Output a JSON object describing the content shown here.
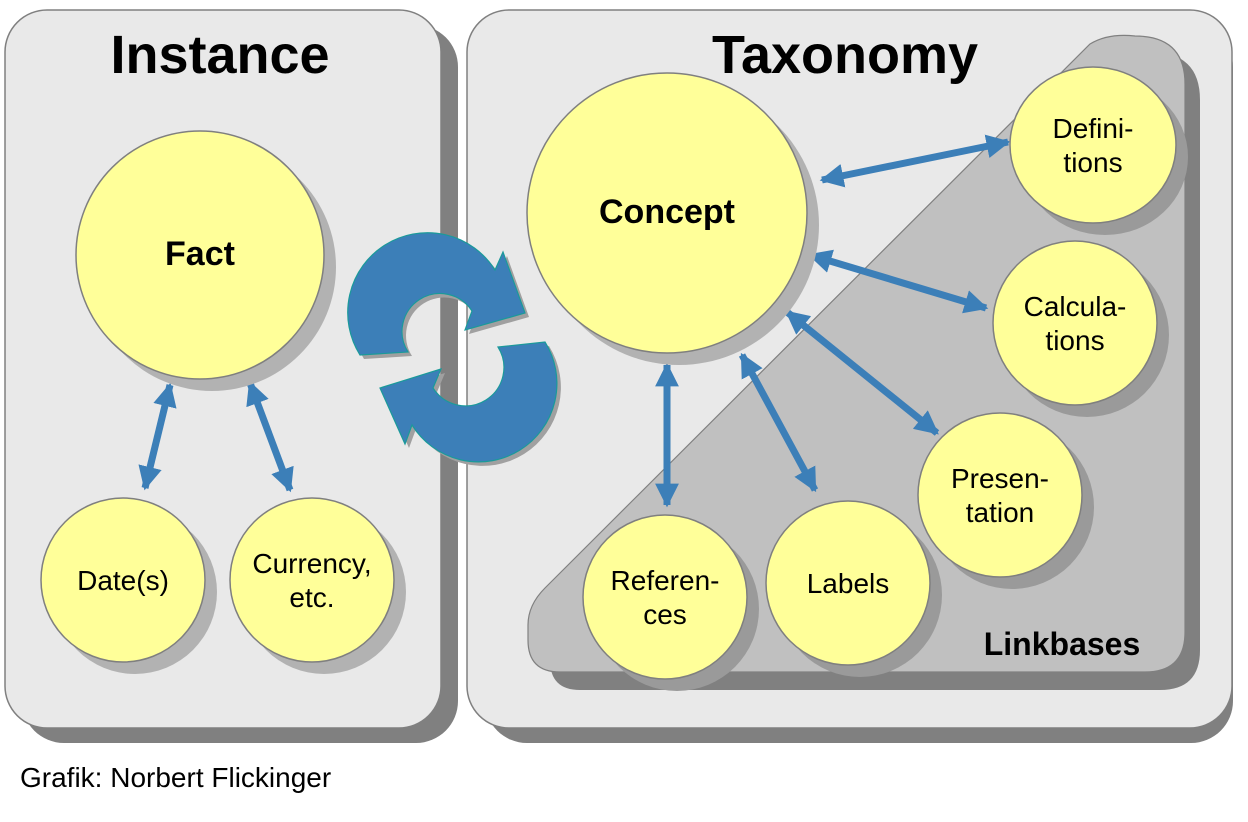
{
  "panels": {
    "instance": {
      "title": "Instance"
    },
    "taxonomy": {
      "title": "Taxonomy"
    }
  },
  "linkbases": {
    "label": "Linkbases"
  },
  "nodes": {
    "fact": {
      "lines": [
        "Fact"
      ]
    },
    "dates": {
      "lines": [
        "Date(s)"
      ]
    },
    "currency": {
      "lines": [
        "Currency,",
        "etc."
      ]
    },
    "concept": {
      "lines": [
        "Concept"
      ]
    },
    "definitions": {
      "lines": [
        "Defini-",
        "tions"
      ]
    },
    "calculations": {
      "lines": [
        "Calcula-",
        "tions"
      ]
    },
    "presentation": {
      "lines": [
        "Presen-",
        "tation"
      ]
    },
    "labels": {
      "lines": [
        "Labels"
      ]
    },
    "references": {
      "lines": [
        "Referen-",
        "ces"
      ]
    }
  },
  "relations": [
    {
      "from": "fact",
      "to": "dates",
      "type": "bidirectional"
    },
    {
      "from": "fact",
      "to": "currency",
      "type": "bidirectional"
    },
    {
      "from": "concept",
      "to": "definitions",
      "type": "bidirectional"
    },
    {
      "from": "concept",
      "to": "calculations",
      "type": "bidirectional"
    },
    {
      "from": "concept",
      "to": "presentation",
      "type": "bidirectional"
    },
    {
      "from": "concept",
      "to": "labels",
      "type": "bidirectional"
    },
    {
      "from": "concept",
      "to": "references",
      "type": "bidirectional"
    },
    {
      "from": "instance",
      "to": "taxonomy",
      "type": "cycle"
    }
  ],
  "colors": {
    "panel_fill": "#e9e9e9",
    "panel_shadow": "#808080",
    "linkbase_fill": "#c0c0c0",
    "node_fill": "#ffff99",
    "node_stroke": "#7f7f7f",
    "arrow": "#3c7fb8",
    "cycle_stroke": "#1a9a9a"
  },
  "credit": "Grafik: Norbert Flickinger"
}
